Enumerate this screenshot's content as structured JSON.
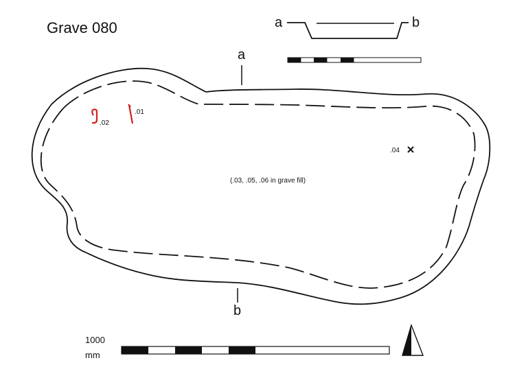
{
  "title": "Grave 080",
  "section": {
    "left_label": "a",
    "right_label": "b"
  },
  "plan": {
    "label_a": "a",
    "label_b": "b",
    "note": "(.03, .05, .06 in grave fill)",
    "finds": [
      {
        "label": ".01",
        "color": "#d42020"
      },
      {
        "label": ".02",
        "color": "#d42020"
      },
      {
        "label": ".04",
        "marker": "x"
      }
    ]
  },
  "scale_bar": {
    "value": "1000",
    "unit": "mm"
  },
  "colors": {
    "ink": "#111111",
    "find_red": "#d42020"
  },
  "icons": {
    "north_arrow": "north-arrow-icon"
  }
}
